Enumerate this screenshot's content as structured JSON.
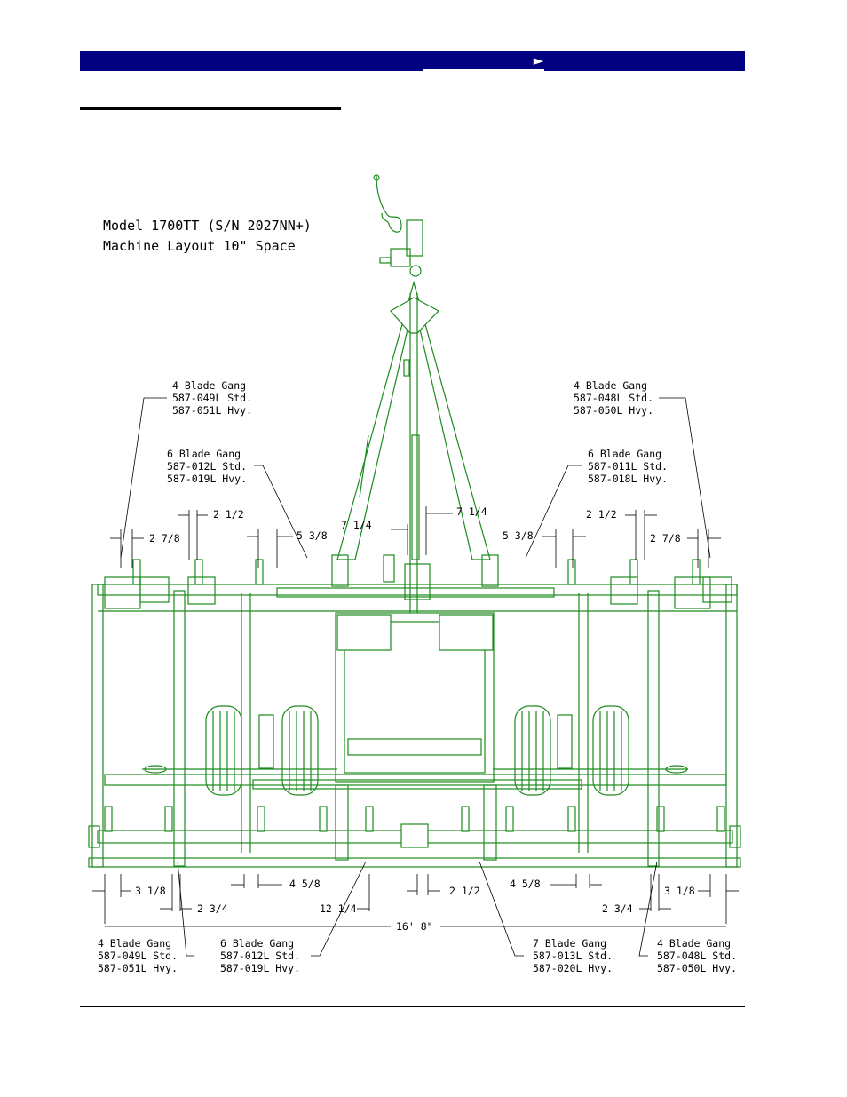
{
  "header": {
    "nav_arrow": "►",
    "colors": {
      "bar": "#000080",
      "drawing": "#1d8a1d"
    }
  },
  "drawing": {
    "title_line1": "Model 1700TT (S/N 2027NN+)",
    "title_line2": "Machine Layout 10\" Space",
    "callouts": {
      "top_left_4": [
        "4 Blade Gang",
        "587-049L Std.",
        "587-051L Hvy."
      ],
      "top_right_4": [
        "4 Blade Gang",
        "587-048L Std.",
        "587-050L Hvy."
      ],
      "top_left_6": [
        "6 Blade Gang",
        "587-012L Std.",
        "587-019L Hvy."
      ],
      "top_right_6": [
        "6 Blade Gang",
        "587-011L Std.",
        "587-018L Hvy."
      ],
      "bottom_left_4": [
        "4 Blade Gang",
        "587-049L Std.",
        "587-051L Hvy."
      ],
      "bottom_left_6": [
        "6 Blade Gang",
        "587-012L Std.",
        "587-019L Hvy."
      ],
      "bottom_center_7": [
        "7 Blade Gang",
        "587-013L Std.",
        "587-020L Hvy."
      ],
      "bottom_right_4": [
        "4 Blade Gang",
        "587-048L Std.",
        "587-050L Hvy."
      ]
    },
    "dimensions": {
      "d_2_1_2_left": "2 1/2",
      "d_2_7_8_left": "2 7/8",
      "d_5_3_8_left": "5 3/8",
      "d_7_1_4_left": "7 1/4",
      "d_7_1_4_right": "7 1/4",
      "d_5_3_8_right": "5 3/8",
      "d_2_1_2_right": "2 1/2",
      "d_2_7_8_right": "2 7/8",
      "d_3_1_8_left": "3 1/8",
      "d_4_5_8_left": "4 5/8",
      "d_2_1_2_bottom": "2 1/2",
      "d_4_5_8_right": "4 5/8",
      "d_3_1_8_right": "3 1/8",
      "d_2_3_4_left": "2 3/4",
      "d_12_1_4": "12 1/4",
      "d_2_3_4_right": "2 3/4",
      "d_overall": "16' 8\""
    }
  }
}
